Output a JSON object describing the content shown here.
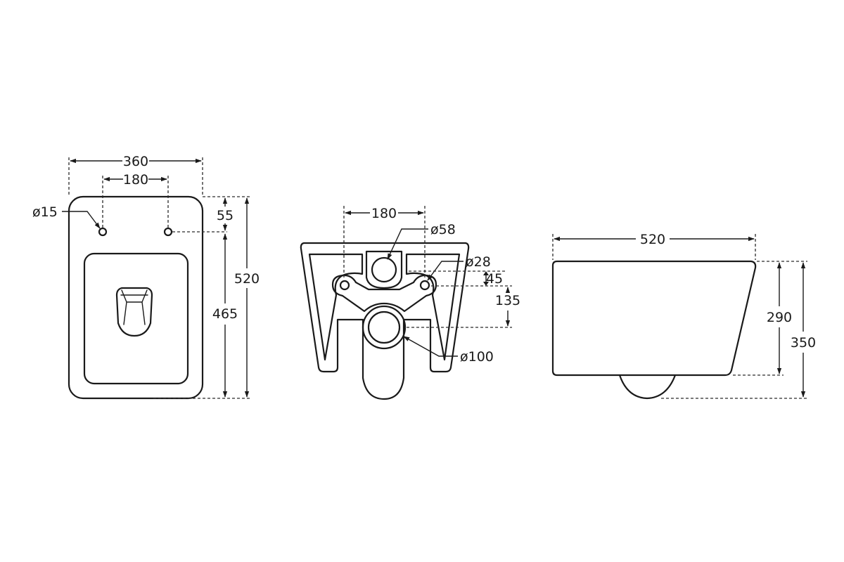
{
  "top_view": {
    "width_label": "360",
    "hole_spacing_label": "180",
    "hole_diameter_label": "ø15",
    "hole_offset_label": "55",
    "bowl_length_label": "465",
    "total_length_label": "520"
  },
  "back_view": {
    "bolt_spacing_label": "180",
    "inlet_diameter_label": "ø58",
    "bolt_hole_diameter_label": "ø28",
    "bolt_height_label": "45",
    "outlet_height_label": "135",
    "outlet_diameter_label": "ø100"
  },
  "side_view": {
    "length_label": "520",
    "body_height_label": "290",
    "total_height_label": "350"
  }
}
